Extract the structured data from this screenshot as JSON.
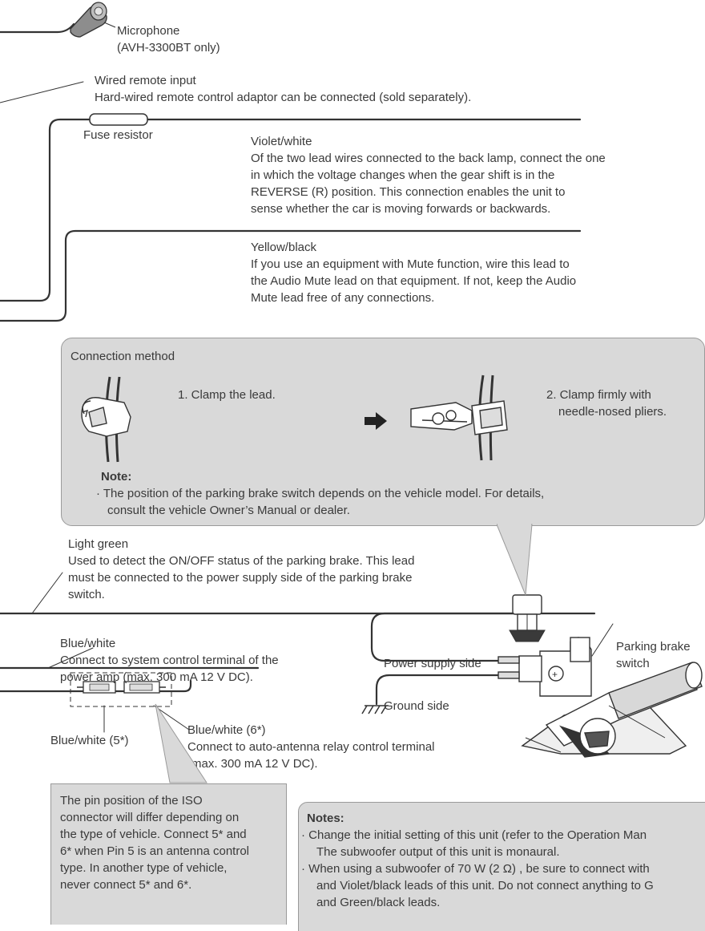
{
  "microphone": {
    "label": "Microphone",
    "note": "(AVH-3300BT only)"
  },
  "wired_remote": {
    "title": "Wired remote input",
    "desc": "Hard-wired remote control adaptor can be connected (sold separately)."
  },
  "fuse_resistor": "Fuse resistor",
  "violet_white": {
    "title": "Violet/white",
    "lines": [
      "Of the two lead wires connected to the back lamp, connect the one",
      "in which the voltage changes when the gear shift is in the",
      "REVERSE (R) position. This connection enables the unit to",
      "sense whether the car is moving forwards or backwards."
    ]
  },
  "yellow_black": {
    "title": "Yellow/black",
    "lines": [
      "If you use an equipment with Mute function, wire this lead to",
      "the Audio Mute lead on that equipment. If not, keep the Audio",
      "Mute lead free of any connections."
    ]
  },
  "connection_method": {
    "title": "Connection method",
    "step1": "1. Clamp the lead.",
    "step2_line1": "2. Clamp firmly with",
    "step2_line2": "needle-nosed pliers.",
    "note_heading": "Note:",
    "note_line1": "·  The position of the parking brake switch depends on the vehicle model. For details,",
    "note_line2": "consult the vehicle Owner’s Manual or dealer."
  },
  "light_green": {
    "title": "Light green",
    "lines": [
      "Used to detect the ON/OFF status of the parking brake. This lead",
      "must be connected to the power supply side of the parking brake",
      "switch."
    ]
  },
  "blue_white": {
    "title": "Blue/white",
    "lines": [
      "Connect to system control terminal of the",
      "power amp (max. 300 mA 12 V DC)."
    ]
  },
  "power_supply_side": "Power supply side",
  "ground_side": "Ground side",
  "parking_brake_switch": {
    "line1": "Parking brake",
    "line2": "switch"
  },
  "blue_white_5": "Blue/white (5*)",
  "blue_white_6": {
    "title": "Blue/white (6*)",
    "lines": [
      "Connect to auto-antenna relay control terminal",
      "(max. 300 mA 12 V DC)."
    ]
  },
  "iso_note": {
    "lines": [
      "The pin position of the ISO",
      "connector will differ depending on",
      "the type of vehicle. Connect 5* and",
      "6* when Pin 5 is an antenna control",
      "type. In another type of vehicle,",
      "never connect 5* and 6*."
    ]
  },
  "notes": {
    "heading": "Notes:",
    "lines": [
      "·  Change the initial setting of this unit (refer to the Operation Man",
      "The subwoofer output of this unit is monaural.",
      "·  When using a subwoofer of 70 W (2 Ω) , be sure to connect with",
      "and Violet/black leads of this unit. Do not connect anything to G",
      "and Green/black leads."
    ]
  }
}
